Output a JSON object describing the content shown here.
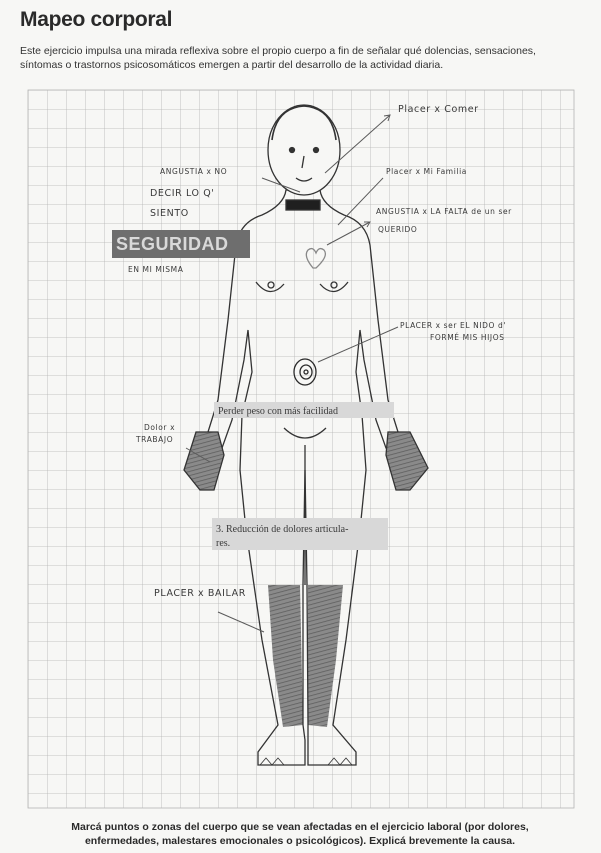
{
  "page": {
    "title": "Mapeo corporal",
    "intro": "Este ejercicio impulsa una mirada reflexiva sobre el propio cuerpo a fin de señalar qué dolencias, sensaciones, síntomas o trastornos psicosomáticos emergen a partir del desarrollo de la actividad diaria.",
    "footer_line1": "Marcá puntos o zonas del cuerpo que se vean afectadas en el ejercicio laboral (por dolores,",
    "footer_line2": "enfermedades, malestares emocionales o psicológicos). Explicá brevemente la causa."
  },
  "annotations": {
    "placer_comer": "Placer x Comer",
    "placer_familia": "Placer x Mi Familia",
    "angustia_1": "ANGUSTIA x NO",
    "angustia_2": "DECIR LO Q'",
    "angustia_3": "SIENTO",
    "angustia_falta_1": "ANGUSTIA x LA FALTA de un ser",
    "angustia_falta_2": "QUERIDO",
    "seguridad": "SEGURIDAD",
    "en_mi_misma": "EN MI MISMA",
    "placer_nido_1": "PLACER x ser EL NIDO d'",
    "placer_nido_2": "FORMÉ MIS HIJOS",
    "dolor_1": "Dolor x",
    "dolor_2": "TRABAJO",
    "perder_peso": "Perder peso con más facilidad",
    "reduccion_1": "3. Reducción de dolores articula-",
    "reduccion_2": "res.",
    "placer_bailar": "PLACER x BAILAR"
  }
}
